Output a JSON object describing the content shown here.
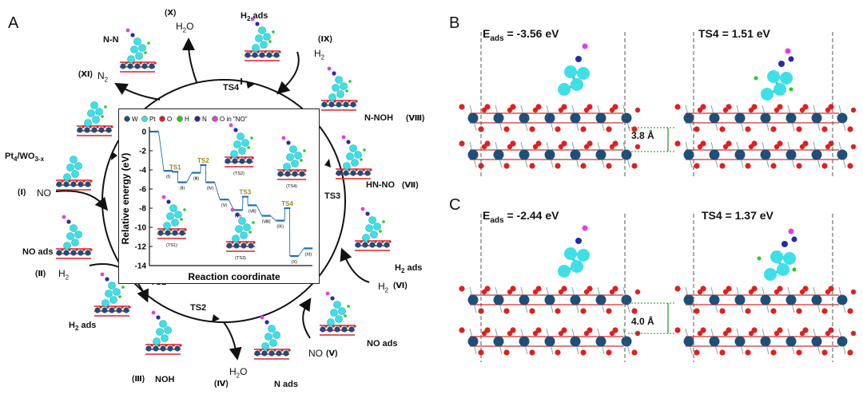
{
  "panels": {
    "a": "A",
    "b": "B",
    "c": "C"
  },
  "cycle": {
    "ts": [
      "TS1",
      "TS2",
      "TS3",
      "TS4"
    ],
    "states": {
      "s1": "(Ⅰ)",
      "s1_species": "NO",
      "s2": "(Ⅱ)",
      "s2_species": "H",
      "s3": "(Ⅲ)",
      "s3_species": "NOH",
      "s4": "(Ⅳ)",
      "s4_species": "H",
      "s5": "NO",
      "s5_roman": "(Ⅴ)",
      "s6": "H",
      "s6_roman": "(Ⅵ)",
      "s7": "HN-NO",
      "s7_roman": "(Ⅶ)",
      "s8": "N-NOH",
      "s8_roman": "(Ⅷ)",
      "s9": "(Ⅸ)",
      "s9_species": "H",
      "s10": "(Ⅹ)",
      "s10_species": "H",
      "s11": "(Ⅺ)",
      "s11_species": "N"
    },
    "labels": {
      "catalyst": "Pt",
      "catalyst_support": "/WO",
      "no_ads_left": "NO ads",
      "h2_ads_left": "H",
      "h2_ads_left_suffix": " ads",
      "n_ads": "N ads",
      "no_ads_right": "NO ads",
      "h2_ads_right": "H",
      "h2_ads_right_suffix": " ads",
      "h2_ads_top": "H",
      "h2_ads_top_suffix": " ads",
      "nn": "N-N"
    }
  },
  "legend": [
    "W",
    "Pt",
    "O",
    "H",
    "N",
    "O in \"NO\""
  ],
  "legend_colors": [
    "#1f4e79",
    "#3ee0e6",
    "#e02020",
    "#22cc22",
    "#2a2aa8",
    "#e040e0"
  ],
  "chart_data": {
    "type": "line",
    "xlabel": "Reaction coordinate",
    "ylabel": "Relative energy (eV)",
    "ylim": [
      -14,
      0
    ],
    "yticks": [
      0,
      -2,
      -4,
      -6,
      -8,
      -10,
      -12,
      -14
    ],
    "states": [
      {
        "label": "(Ⅰ)",
        "x": 1,
        "y": -4.1
      },
      {
        "label": "(Ⅱ)",
        "x": 2,
        "y": -5.3
      },
      {
        "label": "(Ⅲ)",
        "x": 3,
        "y": -4.3
      },
      {
        "label": "(Ⅳ)",
        "x": 4,
        "y": -5.3
      },
      {
        "label": "(Ⅴ)",
        "x": 5,
        "y": -7.1
      },
      {
        "label": "(Ⅵ)",
        "x": 6,
        "y": -8.2
      },
      {
        "label": "(Ⅶ)",
        "x": 7,
        "y": -7.7
      },
      {
        "label": "(Ⅷ)",
        "x": 8,
        "y": -8.8
      },
      {
        "label": "(Ⅸ)",
        "x": 9,
        "y": -9.3
      },
      {
        "label": "(Ⅹ)",
        "x": 10,
        "y": -13.0
      },
      {
        "label": "(Ⅺ)",
        "x": 11,
        "y": -12.2
      }
    ],
    "start": {
      "x": 0,
      "y": 0
    },
    "transition_states": [
      {
        "label": "TS1",
        "x": 1.5,
        "y": -4.2
      },
      {
        "label": "TS2",
        "x": 3.5,
        "y": -3.5
      },
      {
        "label": "TS3",
        "x": 6.5,
        "y": -6.8
      },
      {
        "label": "TS4",
        "x": 9.5,
        "y": -8.0
      }
    ],
    "inset_labels": [
      "(TS1)",
      "(TS2)",
      "(TS3)",
      "(TS4)"
    ]
  },
  "right": {
    "b_eads": "E",
    "b_eads_sub": "ads",
    "b_eads_val": "= -3.56 eV",
    "b_ts": "TS4 = 1.51 eV",
    "b_dist": "3.8 Å",
    "c_eads": "E",
    "c_eads_sub": "ads",
    "c_eads_val": "= -2.44 eV",
    "c_ts": "TS4 = 1.37 eV",
    "c_dist": "4.0 Å"
  }
}
